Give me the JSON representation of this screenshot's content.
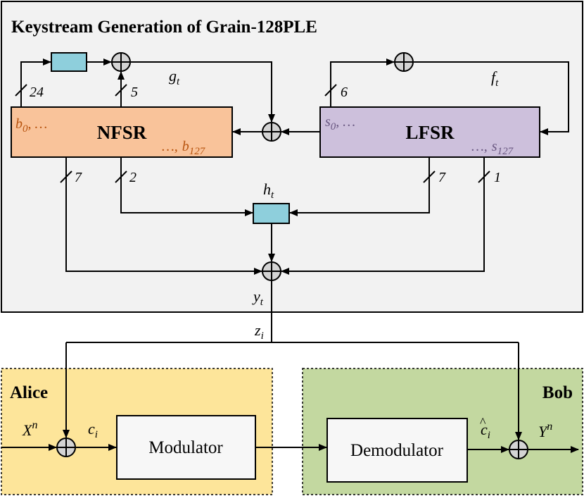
{
  "title": "Keystream Generation of Grain-128PLE",
  "nfsr": {
    "label": "NFSR",
    "first_bit": "b",
    "first_sub": "0",
    "first_tail": ", …",
    "last_head": "…,",
    "last_bit": "b",
    "last_sub": "127"
  },
  "lfsr": {
    "label": "LFSR",
    "first_bit": "s",
    "first_sub": "0",
    "first_tail": ", …",
    "last_head": "…,",
    "last_bit": "s",
    "last_sub": "127"
  },
  "bus_widths": {
    "nfsr_top": "24",
    "nfsr_g": "5",
    "lfsr_top": "6",
    "nfsr_h": "2",
    "nfsr_out": "7",
    "lfsr_h": "7",
    "lfsr_out": "1"
  },
  "signals": {
    "g": "g",
    "g_sub": "t",
    "f": "f",
    "f_sub": "t",
    "h": "h",
    "h_sub": "t",
    "y": "y",
    "y_sub": "t",
    "z": "z",
    "z_sub": "i",
    "c": "c",
    "c_sub": "i",
    "chat": "c",
    "chat_sub": "i",
    "X": "X",
    "X_sup": "n",
    "Y": "Y",
    "Y_sup": "n"
  },
  "alice": {
    "label": "Alice",
    "modulator": "Modulator"
  },
  "bob": {
    "label": "Bob",
    "demodulator": "Demodulator"
  },
  "colors": {
    "nfsr_fill": "#f9c39a",
    "lfsr_fill": "#cdc0dc",
    "func_fill": "#8ecfdc",
    "keystream_bg": "#f2f2f2",
    "alice_bg": "#fde59a",
    "bob_bg": "#c3d8a0",
    "xor_fill": "#d4d4d4",
    "nfsr_text": "#b8540f",
    "lfsr_text": "#6a5882"
  }
}
